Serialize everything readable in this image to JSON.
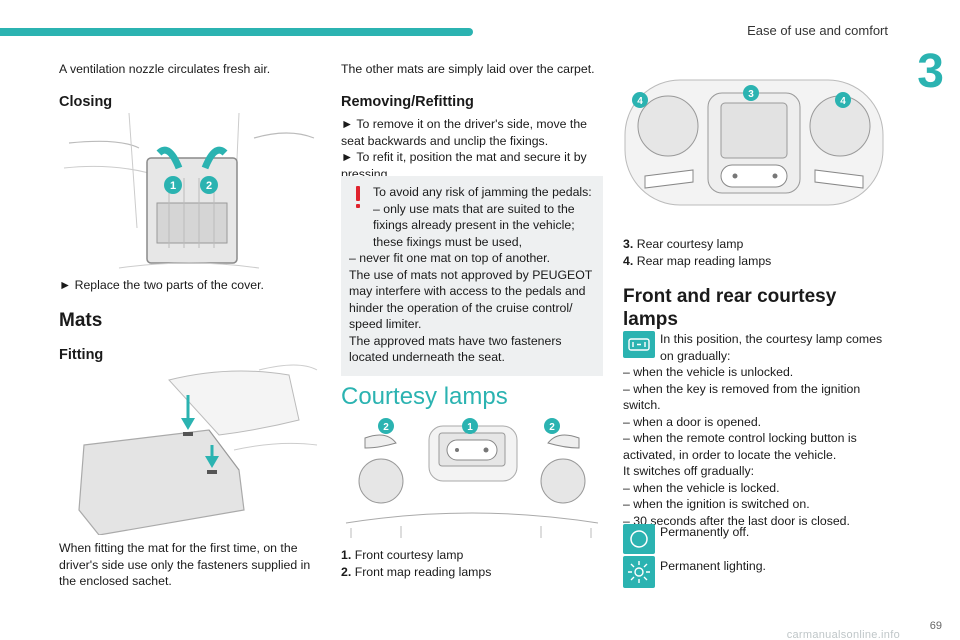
{
  "header": {
    "section": "Ease of use and comfort",
    "chapter": "3"
  },
  "footer": {
    "page": "69",
    "watermark": "carmanualsonline.info"
  },
  "col1": {
    "intro": "A ventilation nozzle circulates fresh air.",
    "closing_title": "Closing",
    "closing_step": "► Replace the two parts of the cover.",
    "mats_title": "Mats",
    "fitting_title": "Fitting",
    "fitting_text": "When fitting the mat for the first time, on the driver's side use only the fasteners supplied in the enclosed sachet.",
    "fig_closing_labels": [
      "1",
      "2"
    ]
  },
  "col2": {
    "intro": "The other mats are simply laid over the carpet.",
    "removing_title": "Removing/Refitting",
    "step1": "► To remove it on the driver's side, move the seat backwards and unclip the fixings.",
    "step2": "► To refit it, position the mat and secure it by pressing.",
    "warning": {
      "line1": "To avoid any risk of jamming the pedals:",
      "line2": "– only use mats that are suited to the fixings already present in the vehicle; these fixings must be used,",
      "line3": "– never fit one mat on top of another.",
      "line4": "The use of mats not approved by PEUGEOT may interfere with access to the pedals and hinder the operation of the cruise control/ speed limiter.",
      "line5": "The approved mats have two fasteners located underneath the seat."
    },
    "courtesy_title": "Courtesy lamps",
    "fig_labels": [
      "2",
      "1",
      "2"
    ],
    "legend": [
      {
        "num": "1.",
        "text": "Front courtesy lamp"
      },
      {
        "num": "2.",
        "text": "Front map reading lamps"
      }
    ]
  },
  "col3": {
    "fig_labels": [
      "4",
      "3",
      "4"
    ],
    "legend": [
      {
        "num": "3.",
        "text": "Rear courtesy lamp"
      },
      {
        "num": "4.",
        "text": "Rear map reading lamps"
      }
    ],
    "title": "Front and rear courtesy lamps",
    "door_pos_text": "In this position, the courtesy lamp comes on gradually:",
    "on_items": [
      "– when the vehicle is unlocked.",
      "– when the key is removed from the ignition switch.",
      "– when a door is opened.",
      "– when the remote control locking button is activated, in order to locate the vehicle."
    ],
    "off_intro": "It switches off gradually:",
    "off_items": [
      "– when the vehicle is locked.",
      "– when the ignition is switched on.",
      "– 30 seconds after the last door is closed."
    ],
    "perm_off": "Permanently off.",
    "perm_on": "Permanent lighting."
  }
}
